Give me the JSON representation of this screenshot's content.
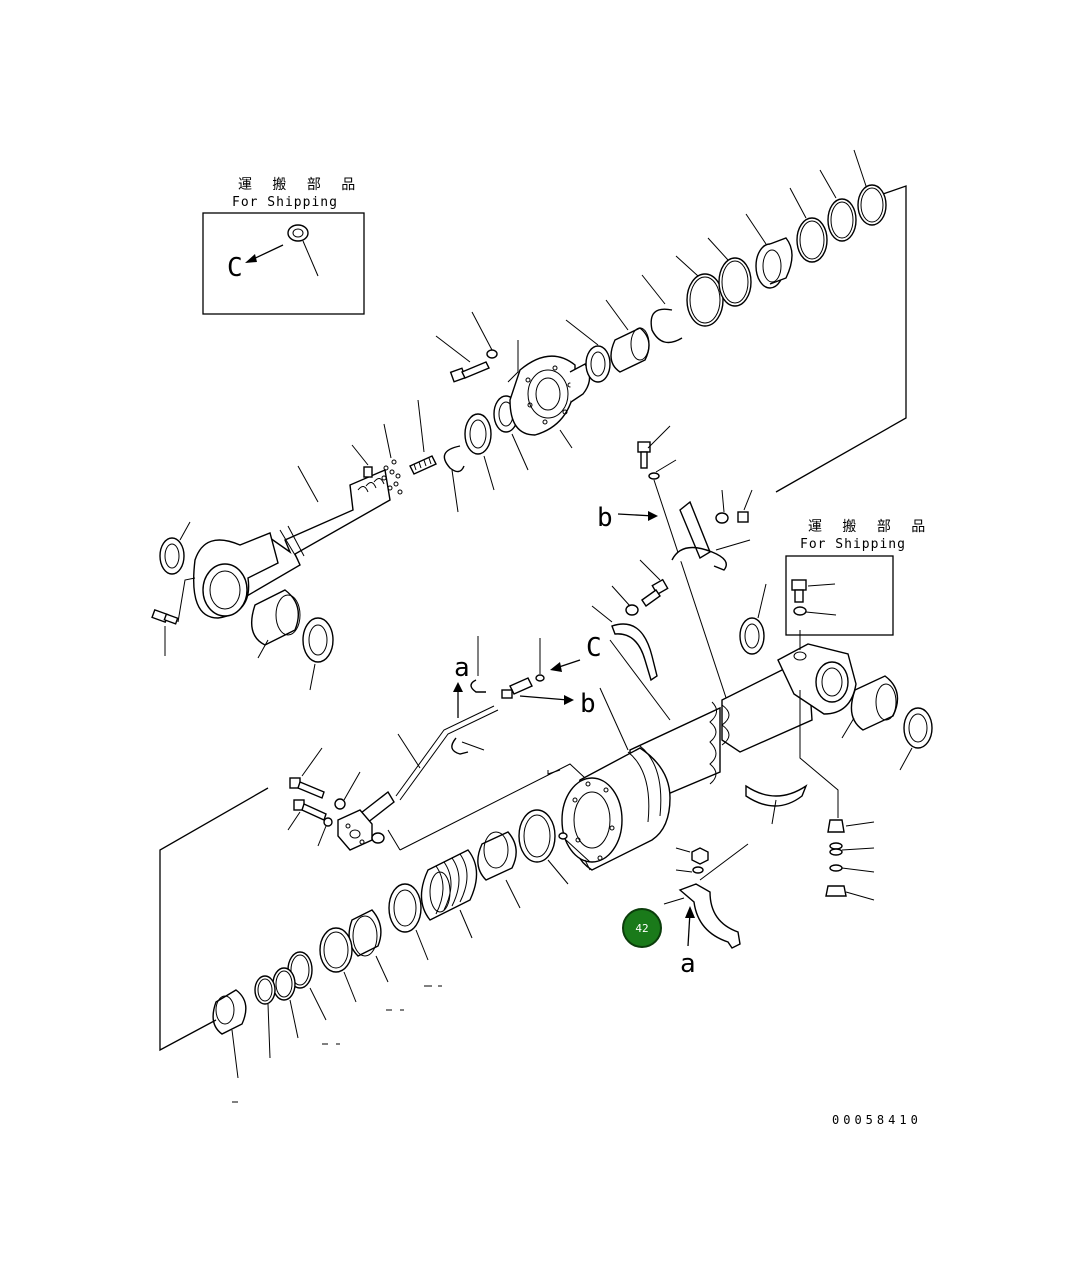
{
  "shipping_box_1": {
    "title_jp": "運 搬 部 品",
    "title_en": "For Shipping",
    "arrow_label": "C"
  },
  "shipping_box_2": {
    "title_jp": "運 搬 部 品",
    "title_en": "For Shipping"
  },
  "reference_labels": {
    "a_upper": "a",
    "a_lower": "a",
    "b_upper": "b",
    "b_lower": "b",
    "c_mid": "C"
  },
  "highlight_badge": {
    "number": "42",
    "color": "#1a7a1a"
  },
  "drawing_code": "00058410"
}
